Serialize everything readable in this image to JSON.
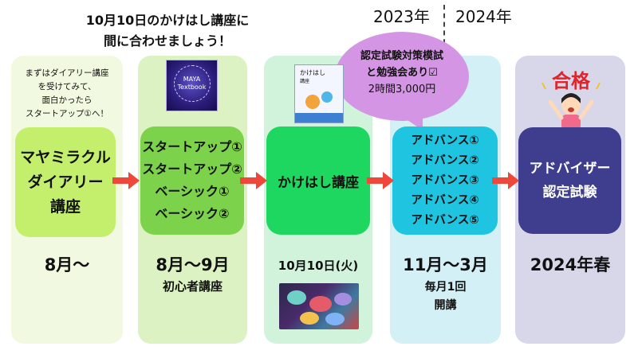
{
  "header": {
    "line1": "10月10日のかけはし講座に",
    "line2": "間に合わせましょう！"
  },
  "years": {
    "left": "2023年",
    "right": "2024年"
  },
  "bubble": {
    "line1": "認定試験対策模試",
    "line2": "と勉強会あり☑",
    "line3": "2時間3,000円"
  },
  "note": {
    "line1": "まずはダイアリー講座",
    "line2": "を受けてみて、",
    "line3": "面白かったら",
    "line4": "スタートアップ①へ！"
  },
  "stages": [
    {
      "lines": [
        "マヤミラクル",
        "ダイアリー",
        "講座"
      ],
      "date": "8月〜",
      "sub": []
    },
    {
      "lines": [
        "スタートアップ①",
        "スタートアップ②",
        "ベーシック①",
        "ベーシック②"
      ],
      "date": "8月〜9月",
      "sub": [
        "初心者講座"
      ]
    },
    {
      "lines": [
        "かけはし講座"
      ],
      "date": "10月10日(火)",
      "sub": []
    },
    {
      "lines": [
        "アドバンス①",
        "アドバンス②",
        "アドバンス③",
        "アドバンス④",
        "アドバンス⑤"
      ],
      "date": "11月〜3月",
      "sub": [
        "毎月1回",
        "開講"
      ]
    },
    {
      "lines": [
        "アドバイザー",
        "認定試験"
      ],
      "date": "2024年春",
      "sub": []
    }
  ],
  "images": {
    "textbook": {
      "line1": "MAYA",
      "line2": "Textbook"
    },
    "kakehashi_book": {
      "title": "かけはし",
      "subtitle": "講座"
    },
    "pass_badge": "合格"
  },
  "colors": {
    "col1_bg": "#f1f9e0",
    "col2_bg": "#dcf2c2",
    "col3_bg": "#d1f3dc",
    "col4_bg": "#d2f0f5",
    "col5_bg": "#d7d7e9",
    "box1": "#c3ef6d",
    "box2": "#7cd24b",
    "box3": "#1ed760",
    "box4": "#1ec4e0",
    "box5": "#3f3d8e",
    "arrow": "#f0473b",
    "bubble": "#d495e4"
  }
}
